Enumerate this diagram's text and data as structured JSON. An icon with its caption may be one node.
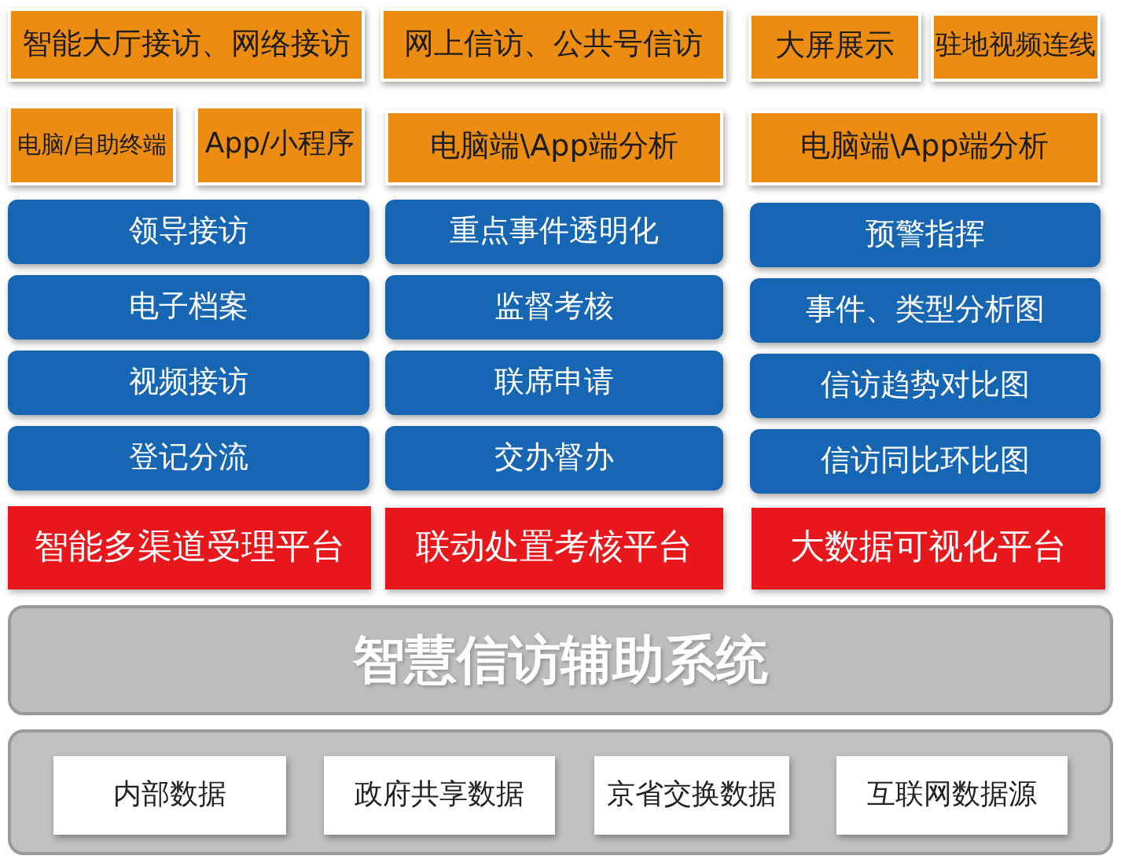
{
  "diagram": {
    "nodes": [
      {
        "text": [
          "智能大厅接访、网络接访"
        ]
      },
      {
        "text": [
          "网上信访、公共号信访"
        ]
      },
      {
        "text": [
          "大屏展示"
        ]
      },
      {
        "text": [
          "驻地视频连线"
        ]
      },
      {
        "text": [
          "电脑/自助终端"
        ]
      },
      {
        "text": [
          "App/小程序"
        ]
      },
      {
        "text": [
          "电脑端\\App端分析"
        ]
      },
      {
        "text": [
          "电脑端\\App端分析"
        ]
      },
      {
        "text": [
          "领导接访"
        ]
      },
      {
        "text": [
          "重点事件透明化"
        ]
      },
      {
        "text": [
          "预警指挥"
        ]
      },
      {
        "text": [
          "电子档案"
        ]
      },
      {
        "text": [
          "监督考核"
        ]
      },
      {
        "text": [
          "事件、类型分析图"
        ]
      },
      {
        "text": [
          "视频接访"
        ]
      },
      {
        "text": [
          "联席申请"
        ]
      },
      {
        "text": [
          "信访趋势对比图"
        ]
      },
      {
        "text": [
          "登记分流"
        ]
      },
      {
        "text": [
          "交办督办"
        ]
      },
      {
        "text": [
          "信访同比环比图"
        ]
      },
      {
        "text": [
          "智能多渠道受理平台"
        ]
      },
      {
        "text": [
          "联动处置考核平台"
        ]
      },
      {
        "text": [
          "大数据可视化平台"
        ]
      },
      {
        "text": [
          "智慧信访辅助系统"
        ]
      },
      {
        "text": [],
        "shape": "box"
      },
      {
        "text": [
          "内部数据"
        ],
        "in": 24
      },
      {
        "text": [
          "政府共享数据"
        ],
        "in": 24
      },
      {
        "text": [
          "京省交换数据"
        ],
        "in": 24
      },
      {
        "text": [
          "互联网数据源"
        ],
        "in": 24
      }
    ]
  }
}
